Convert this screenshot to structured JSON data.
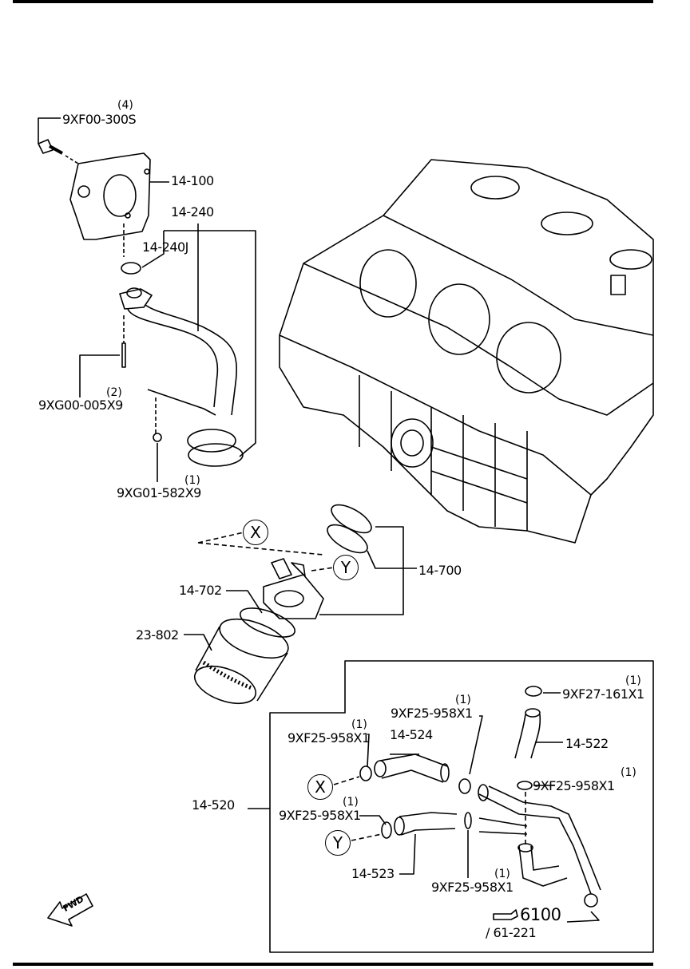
{
  "parts": {
    "bolt_top": {
      "part": "9XF00-300S",
      "qty": "(4)"
    },
    "oil_pump": {
      "part": "14-100"
    },
    "strainer": {
      "part": "14-240"
    },
    "strainer_gasket": {
      "part": "14-240J"
    },
    "bolt_strainer": {
      "part": "9XG00-005X9",
      "qty": "(2)"
    },
    "nut_strainer": {
      "part": "9XG01-582X9",
      "qty": "(1)"
    },
    "oil_cooler": {
      "part": "14-700"
    },
    "cooler_gasket": {
      "part": "14-702"
    },
    "oil_filter": {
      "part": "23-802"
    },
    "hose_assy": {
      "part": "14-520"
    },
    "cap": {
      "part": "9XF27-161X1",
      "qty": "(1)"
    },
    "clamp_a": {
      "part": "9XF25-958X1",
      "qty": "(1)"
    },
    "clamp_b": {
      "part": "9XF25-958X1",
      "qty": "(1)"
    },
    "clamp_c": {
      "part": "9XF25-958X1",
      "qty": "(1)"
    },
    "clamp_d": {
      "part": "9XF25-958X1",
      "qty": "(1)"
    },
    "clamp_e": {
      "part": "9XF25-958X1",
      "qty": "(1)"
    },
    "hose_524": {
      "part": "14-524"
    },
    "hose_522": {
      "part": "14-522"
    },
    "hose_523": {
      "part": "14-523"
    }
  },
  "markers": {
    "x": "X",
    "y": "Y"
  },
  "reference": {
    "main": "6100",
    "sub": "/ 61-221"
  },
  "fwd": "FWD"
}
